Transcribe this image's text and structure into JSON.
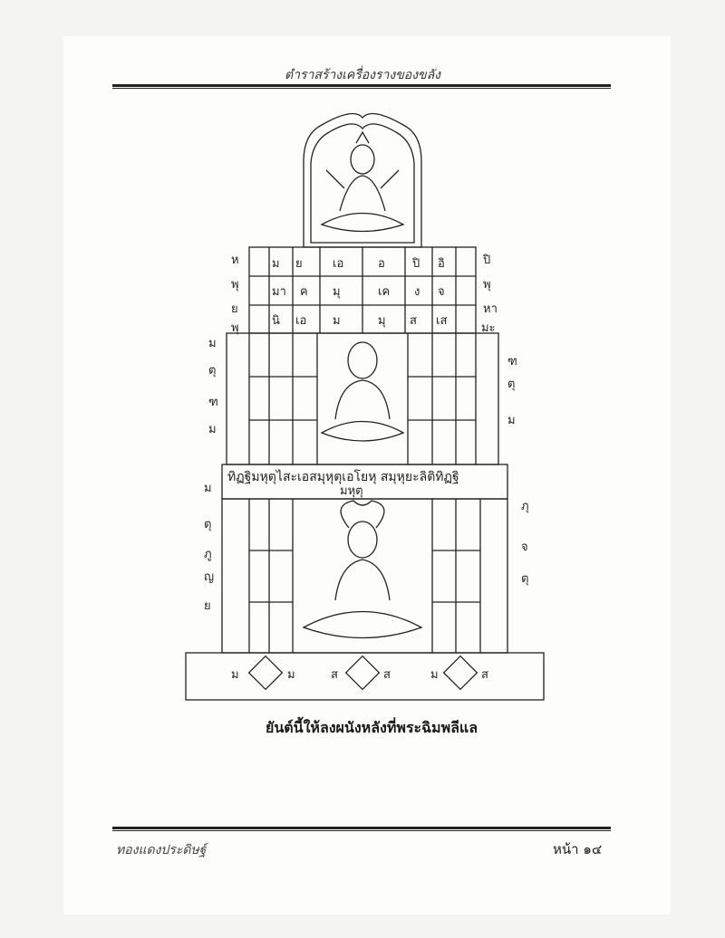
{
  "header": {
    "running_title": "ตำราสร้างเครื่องรางของขลัง"
  },
  "figure": {
    "band_text": "ทิฏฐิมหุตุไสะเอสมุหุตุเอโยหุ สมุหุยะลิติทิฏฐิ",
    "band_text_2": "มหุตุ",
    "glyph_rows": [
      [
        "ม",
        "ย",
        "เอ",
        "อ",
        "ปิ",
        "อิ"
      ],
      [
        "มา",
        "ค",
        "มุ",
        "เค",
        "ง",
        "จ"
      ],
      [
        "นิ",
        "เอ",
        "ม",
        "มุ",
        "ส",
        "เส"
      ]
    ],
    "side_left": [
      "ห",
      "พุ",
      "ย",
      "พุ"
    ],
    "side_right": [
      "ปิ",
      "พุ",
      "หา",
      "มะ"
    ],
    "mid_left": [
      "ม",
      "ตุ",
      "ฑ",
      "ม"
    ],
    "mid_right": [
      "ฑ",
      "ตุ",
      "ม"
    ],
    "low_left": [
      "ม",
      "ตุ",
      "ภู",
      "ญ",
      "ย"
    ],
    "low_right": [
      "ภุ",
      "จ",
      "ตุ"
    ],
    "base_glyphs": [
      "ม",
      "ม",
      "ส",
      "ส",
      "ม",
      "ส"
    ]
  },
  "caption": "ยันต์นี้ให้ลงผนังหลังที่พระฉิมพลีแล",
  "footer": {
    "signature": "ทองแดงประดิษฐ์",
    "page_label": "หน้า ๑๔"
  }
}
